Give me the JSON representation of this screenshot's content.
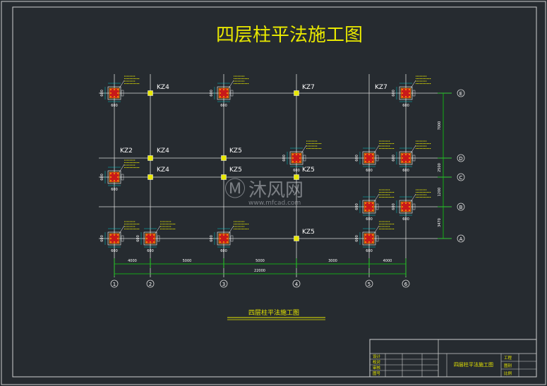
{
  "drawing": {
    "title": "四层柱平法施工图",
    "subtitle": "四层柱平法施工图",
    "watermark_brand": "沐风网",
    "watermark_url": "www.mfcad.com",
    "column_size": "600",
    "axes_x": [
      "1",
      "2",
      "3",
      "4",
      "5",
      "6"
    ],
    "axes_y": [
      "E",
      "D",
      "C",
      "B",
      "A"
    ],
    "spacings_x": [
      "4000",
      "5000",
      "5000",
      "3000",
      "4000"
    ],
    "total_length": "22000",
    "spacings_y": [
      "7000",
      "2500",
      "1200",
      "3470"
    ],
    "kz_labels": {
      "e_a": "KZ4",
      "e_b": "KZ7",
      "e_c": "KZ7",
      "d_a": "KZ2",
      "d_b": "KZ4",
      "d_c": "KZ5",
      "c_a": "KZ4",
      "c_b": "KZ5",
      "c_c": "KZ5",
      "a_a": "KZ5"
    },
    "title_block": {
      "left_rows": [
        "设计",
        "校对",
        "审核",
        "图号"
      ],
      "center": "四层柱平法施工图",
      "right_rows": [
        "工程",
        "图别",
        "比例"
      ]
    },
    "colors": {
      "background": "#262b30",
      "grid": "#ffffff",
      "column_fill": "#c8191a",
      "text_yellow": "#e8e800",
      "axis_cyan": "#00c8c8",
      "dim_green": "#10d010"
    }
  }
}
